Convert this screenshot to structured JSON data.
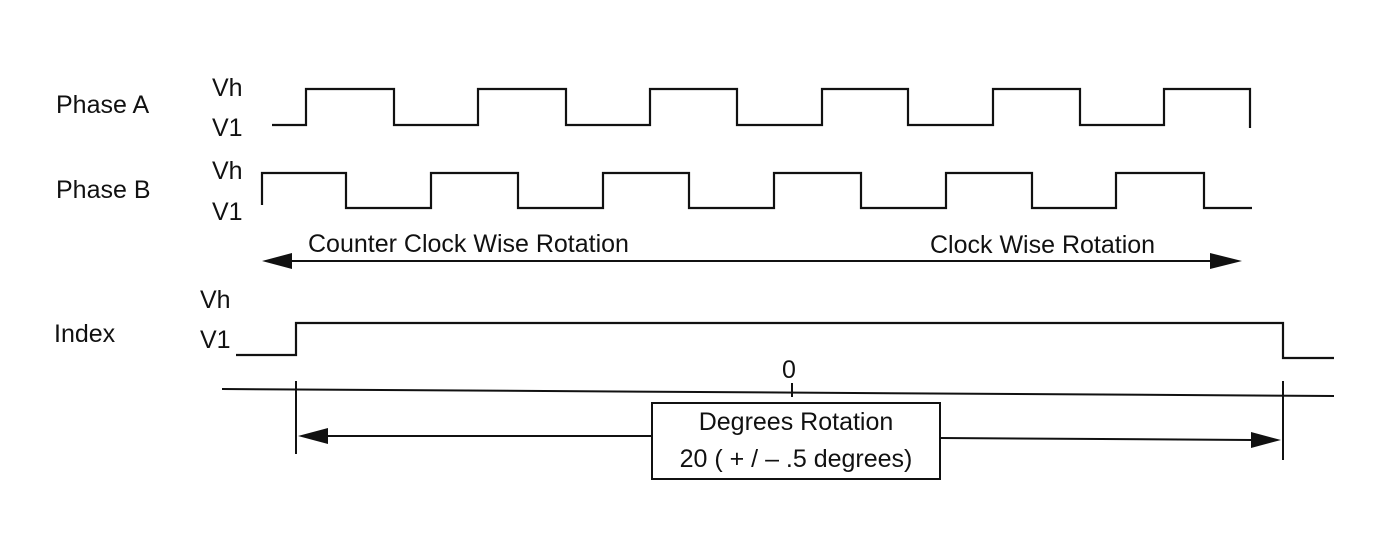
{
  "phase_a": {
    "label": "Phase A",
    "high_label": "Vh",
    "low_label": "V1"
  },
  "phase_b": {
    "label": "Phase B",
    "high_label": "Vh",
    "low_label": "V1"
  },
  "rotation": {
    "ccw_label": "Counter Clock Wise Rotation",
    "cw_label": "Clock Wise Rotation"
  },
  "index": {
    "label": "Index",
    "high_label": "Vh",
    "low_label": "V1"
  },
  "zero_label": "0",
  "degrees_box": {
    "line1": "Degrees Rotation",
    "line2": "20 ( + / – .5 degrees)"
  }
}
